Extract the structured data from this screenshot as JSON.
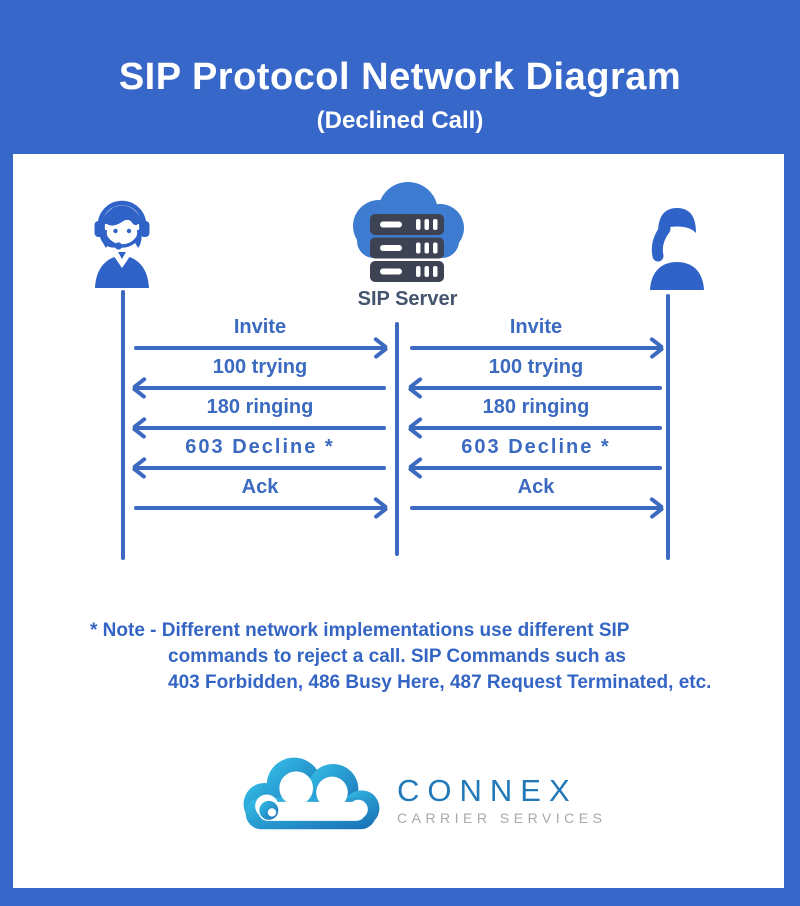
{
  "header": {
    "title": "SIP Protocol Network Diagram",
    "subtitle": "(Declined Call)"
  },
  "actors": {
    "caller_icon": "support-agent-icon",
    "server_icon": "cloud-server-icon",
    "server_label": "SIP Server",
    "callee_icon": "phone-user-icon"
  },
  "sequence": {
    "columns": [
      {
        "name": "caller-to-server"
      },
      {
        "name": "server-to-callee"
      }
    ],
    "messages": [
      {
        "label": "Invite",
        "direction": "right"
      },
      {
        "label": "100 trying",
        "direction": "left"
      },
      {
        "label": "180 ringing",
        "direction": "left"
      },
      {
        "label": "603 Decline *",
        "direction": "left",
        "style": "wide"
      },
      {
        "label": "Ack",
        "direction": "right"
      }
    ]
  },
  "note": {
    "line1": "* Note - Different network implementations use different SIP",
    "line2": "commands to reject a call. SIP Commands such as",
    "line3": "403 Forbidden, 486 Busy Here, 487 Request Terminated, etc."
  },
  "logo": {
    "brand": "CONNEX",
    "tagline": "CARRIER SERVICES"
  },
  "colors": {
    "background_blue": "#3767c8",
    "panel_white": "#ffffff",
    "diagram_blue": "#3b6ac0",
    "icon_blue": "#2f63c8",
    "cloud_blue": "#3d7cd0",
    "server_dark": "#3d4352",
    "server_label_color": "#44546e",
    "note_blue": "#3465c4",
    "logo_blue": "#2379b8",
    "logo_gray": "#a9a9a9"
  }
}
